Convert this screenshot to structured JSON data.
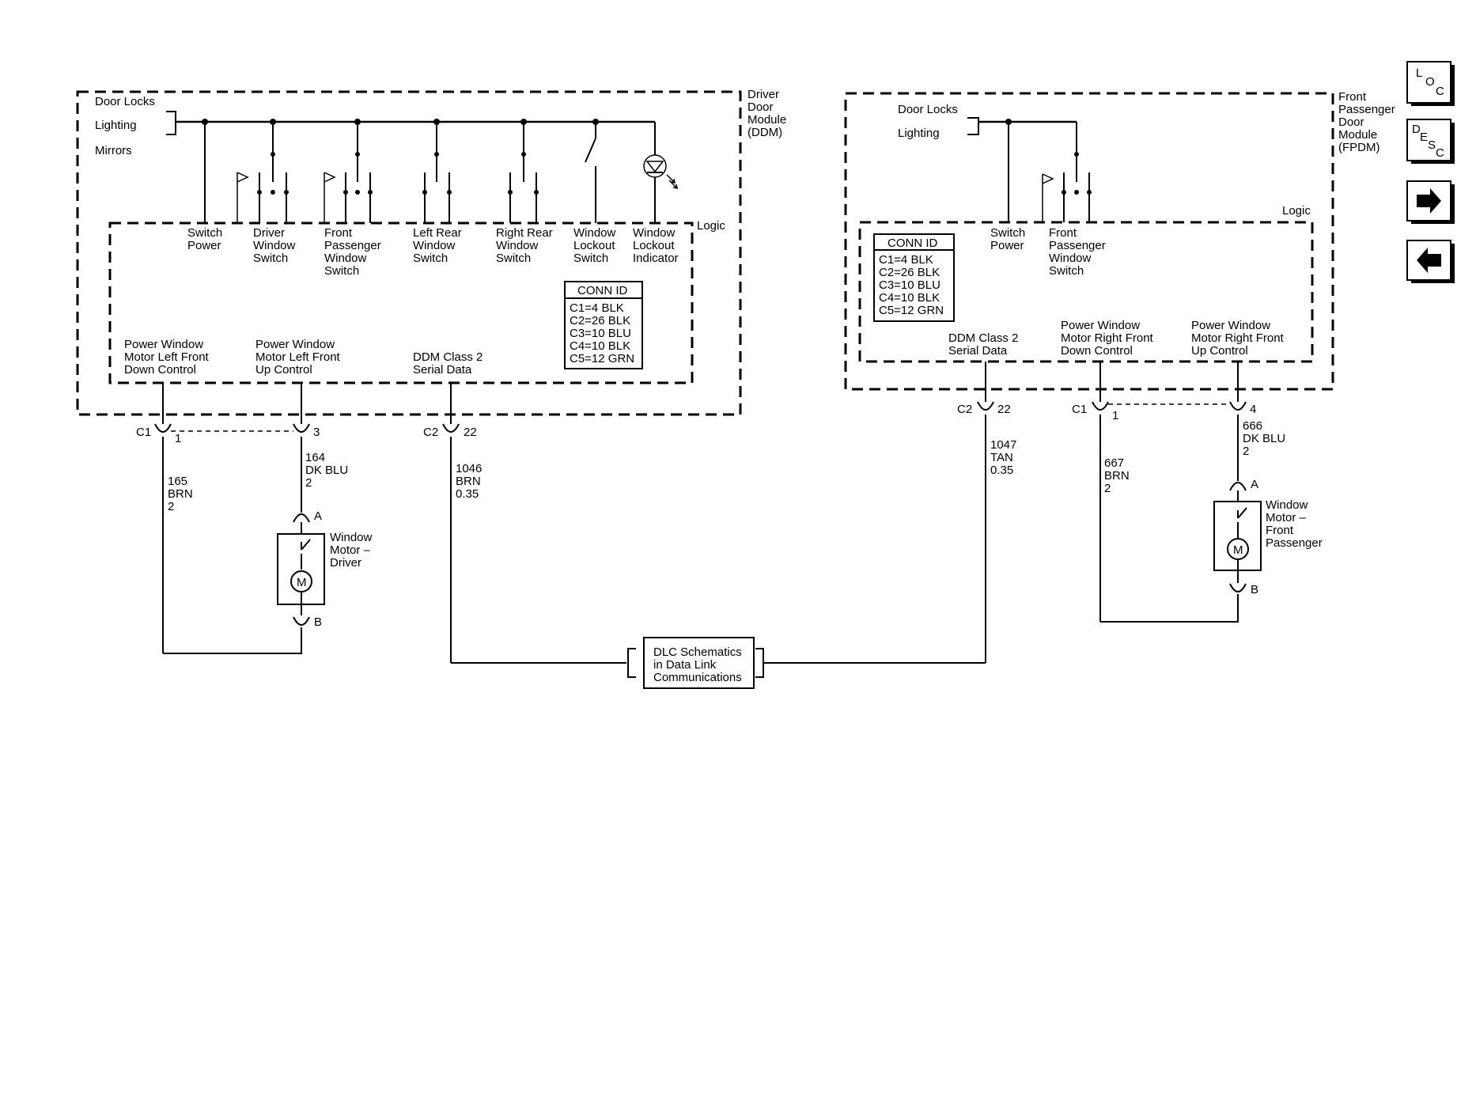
{
  "ddm": {
    "title": [
      "Driver",
      "Door",
      "Module",
      "(DDM)"
    ],
    "inputs": [
      "Door Locks",
      "Lighting",
      "Mirrors"
    ],
    "logic_label": "Logic",
    "switch_labels": [
      [
        "Switch",
        "Power"
      ],
      [
        "Driver",
        "Window",
        "Switch"
      ],
      [
        "Front",
        "Passenger",
        "Window",
        "Switch"
      ],
      [
        "Left Rear",
        "Window",
        "Switch"
      ],
      [
        "Right Rear",
        "Window",
        "Switch"
      ],
      [
        "Window",
        "Lockout",
        "Switch"
      ],
      [
        "Window",
        "Lockout",
        "Indicator"
      ]
    ],
    "conn_id_title": "CONN ID",
    "conn_ids": [
      "C1=4 BLK",
      "C2=26 BLK",
      "C3=10 BLU",
      "C4=10 BLK",
      "C5=12 GRN"
    ],
    "outputs": [
      [
        "Power Window",
        "Motor Left Front",
        "Down Control"
      ],
      [
        "Power Window",
        "Motor Left Front",
        "Up Control"
      ],
      [
        "DDM Class 2",
        "Serial Data"
      ]
    ],
    "connectors": [
      {
        "name": "C1",
        "pin": "1"
      },
      {
        "pin": "3"
      },
      {
        "name": "C2",
        "pin": "22"
      }
    ],
    "wires": [
      [
        "165",
        "BRN",
        "2"
      ],
      [
        "164",
        "DK BLU",
        "2"
      ],
      [
        "1046",
        "BRN",
        "0.35"
      ]
    ],
    "motor": {
      "label": [
        "Window",
        "Motor –",
        "Driver"
      ],
      "symbol": "M",
      "pin_a": "A",
      "pin_b": "B"
    }
  },
  "fpdm": {
    "title": [
      "Front",
      "Passenger",
      "Door",
      "Module",
      "(FPDM)"
    ],
    "inputs": [
      "Door Locks",
      "Lighting"
    ],
    "logic_label": "Logic",
    "switch_labels": [
      [
        "Switch",
        "Power"
      ],
      [
        "Front",
        "Passenger",
        "Window",
        "Switch"
      ]
    ],
    "conn_id_title": "CONN ID",
    "conn_ids": [
      "C1=4 BLK",
      "C2=26 BLK",
      "C3=10 BLU",
      "C4=10 BLK",
      "C5=12 GRN"
    ],
    "outputs": [
      [
        "DDM Class 2",
        "Serial Data"
      ],
      [
        "Power Window",
        "Motor Right Front",
        "Down Control"
      ],
      [
        "Power Window",
        "Motor Right Front",
        "Up Control"
      ]
    ],
    "connectors": [
      {
        "name": "C2",
        "pin": "22"
      },
      {
        "name": "C1",
        "pin": "1"
      },
      {
        "pin": "4"
      }
    ],
    "wires": [
      [
        "1047",
        "TAN",
        "0.35"
      ],
      [
        "667",
        "BRN",
        "2"
      ],
      [
        "666",
        "DK BLU",
        "2"
      ]
    ],
    "motor": {
      "label": [
        "Window",
        "Motor –",
        "Front",
        "Passenger"
      ],
      "symbol": "M",
      "pin_a": "A",
      "pin_b": "B"
    }
  },
  "dlc_box": [
    "DLC Schematics",
    "in Data Link",
    "Communications"
  ],
  "nav": {
    "loc": [
      "L",
      "O",
      "C"
    ],
    "desc": [
      "D",
      "E",
      "S",
      "C"
    ],
    "icons": [
      "next-arrow-icon",
      "previous-arrow-icon"
    ]
  }
}
